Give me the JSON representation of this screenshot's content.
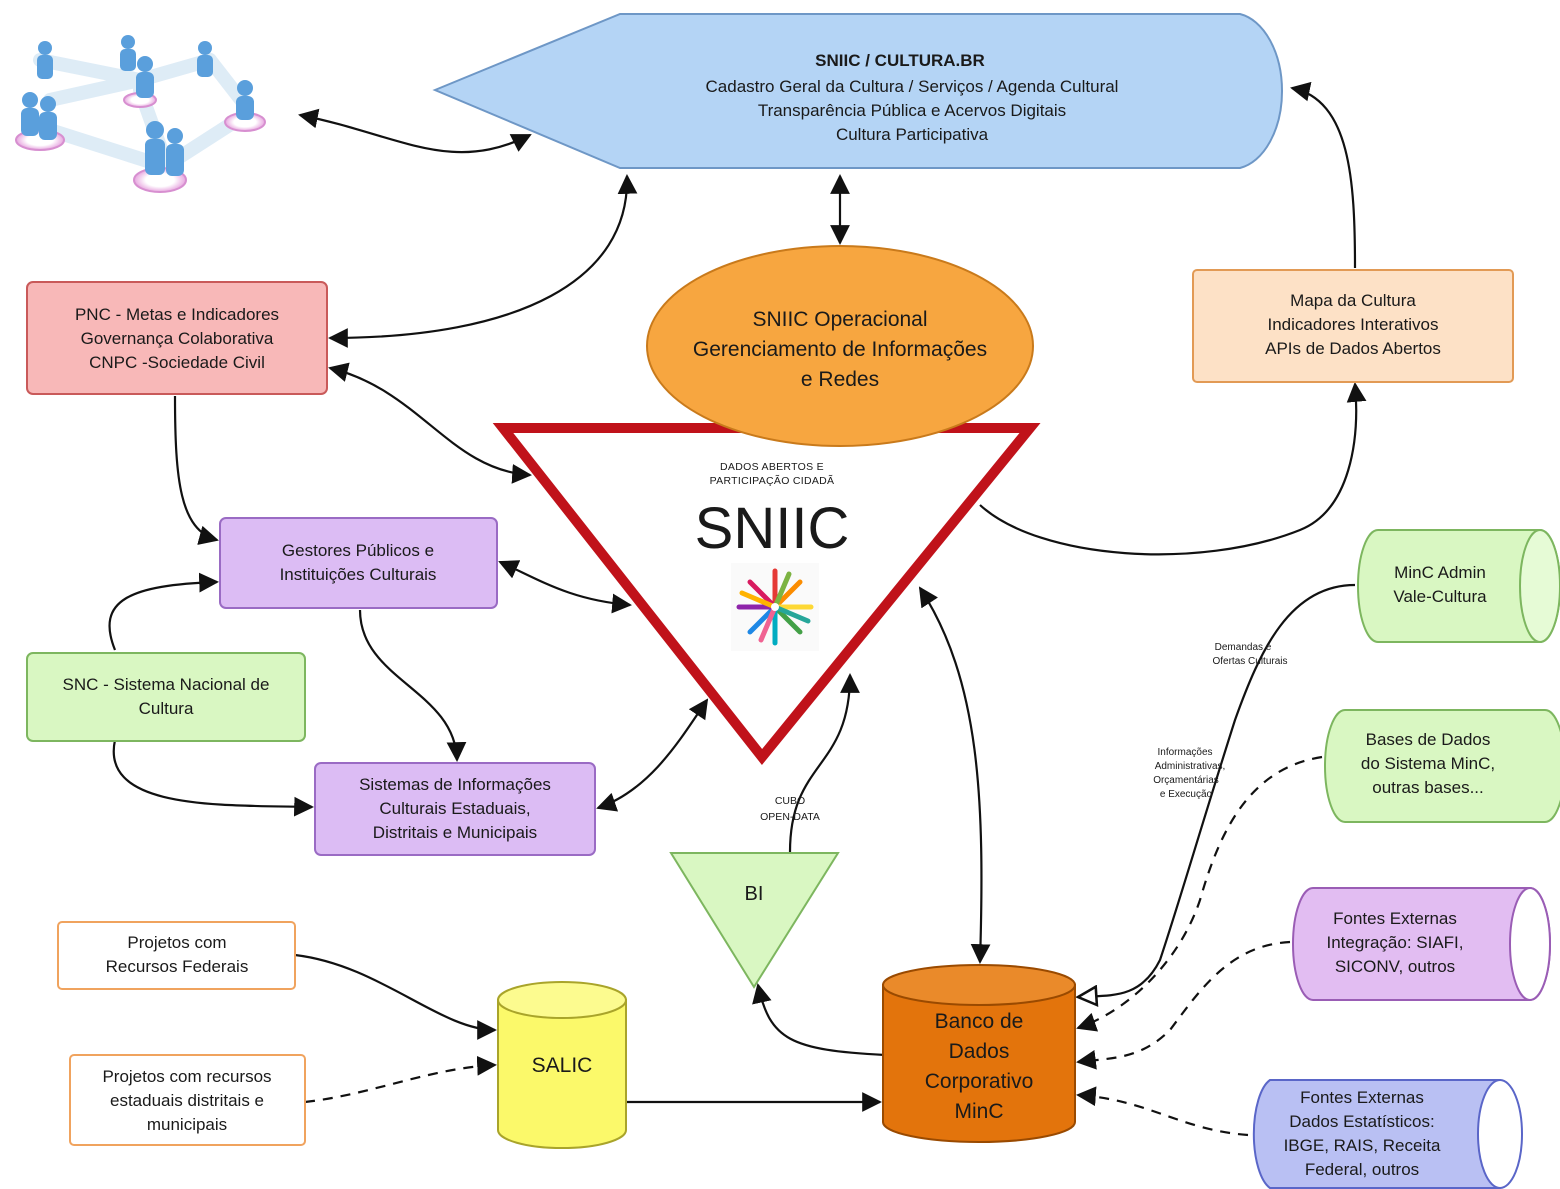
{
  "sniic_portal": {
    "title": "SNIIC / CULTURA.BR",
    "lines": [
      "Cadastro Geral da Cultura / Serviços / Agenda Cultural",
      "Transparência Pública e Acervos Digitais",
      "Cultura Participativa"
    ]
  },
  "operacional": {
    "lines": [
      "SNIIC Operacional",
      "Gerenciamento de Informações",
      "e Redes"
    ]
  },
  "pnc": {
    "lines": [
      "PNC - Metas e Indicadores",
      "Governança Colaborativa",
      "CNPC -Sociedade Civil"
    ]
  },
  "mapa": {
    "lines": [
      "Mapa da Cultura",
      "Indicadores Interativos",
      "APIs de Dados Abertos"
    ]
  },
  "gestores": {
    "lines": [
      "Gestores Públicos e",
      "Instituições Culturais"
    ]
  },
  "snc": {
    "lines": [
      "SNC - Sistema Nacional de",
      "Cultura"
    ]
  },
  "sistemas": {
    "lines": [
      "Sistemas de Informações",
      "Culturais Estaduais,",
      "Distritais e Municipais"
    ]
  },
  "triangle": {
    "caption_lines": [
      "DADOS ABERTOS E",
      "PARTICIPAÇÃO CIDADÃ"
    ],
    "title": "SNIIC"
  },
  "bi": {
    "label": "BI",
    "caption_lines": [
      "CUBO",
      "OPEN-DATA"
    ]
  },
  "projetos_federais": {
    "lines": [
      "Projetos com",
      "Recursos Federais"
    ]
  },
  "projetos_estaduais": {
    "lines": [
      "Projetos com recursos",
      "estaduais distritais e",
      "municipais"
    ]
  },
  "salic": {
    "label": "SALIC"
  },
  "banco": {
    "lines": [
      "Banco de",
      "Dados",
      "Corporativo",
      "MinC"
    ]
  },
  "minc_admin": {
    "lines": [
      "MinC Admin",
      "Vale-Cultura"
    ]
  },
  "bases": {
    "lines": [
      "Bases de Dados",
      "do Sistema MinC,",
      "outras bases..."
    ]
  },
  "fontes_integracao": {
    "lines": [
      "Fontes Externas",
      "Integração: SIAFI,",
      "SICONV, outros"
    ]
  },
  "fontes_estatisticos": {
    "lines": [
      "Fontes Externas",
      "Dados Estatísticos:",
      "IBGE, RAIS, Receita",
      "Federal, outros"
    ]
  },
  "demandas_note": {
    "lines": [
      "Demandas e",
      "Ofertas Culturais"
    ]
  },
  "info_note": {
    "lines": [
      "Informações",
      "Administrativas,",
      "Orçamentárias",
      "e Execução"
    ]
  },
  "colors": {
    "portal_fill": "#b4d4f5",
    "portal_stroke": "#6e97c6",
    "operacional_fill": "#f7a640",
    "operacional_stroke": "#c97a1b",
    "pnc_fill": "#f8b8b8",
    "pnc_stroke": "#c95a5a",
    "mapa_fill": "#fde1c6",
    "mapa_stroke": "#e29a55",
    "purple_fill": "#dcbcf4",
    "purple_stroke": "#9a6bc4",
    "green_fill": "#d9f7c2",
    "green_stroke": "#7db65f",
    "triangle_stroke": "#c0121a",
    "salic_fill": "#fbf96a",
    "salic_stroke": "#a9a42a",
    "banco_fill": "#e3740c",
    "banco_stroke": "#9a4a00",
    "fontes_purple_fill": "#e2bdf2",
    "fontes_purple_stroke": "#9a5db5",
    "fontes_blue_fill": "#b9c0f3",
    "fontes_blue_stroke": "#5a66c8",
    "projetos_stroke": "#f0a35e"
  }
}
